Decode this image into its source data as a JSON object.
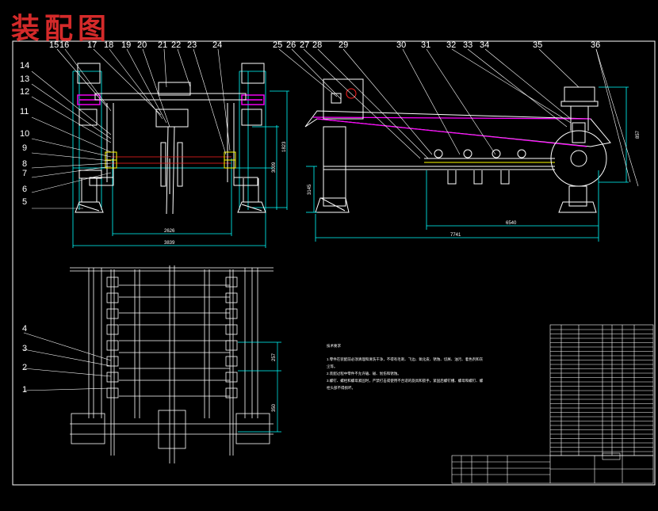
{
  "title": "装配图",
  "callouts_left": [
    "14",
    "13",
    "12",
    "11",
    "10",
    "9",
    "8",
    "7",
    "6",
    "5"
  ],
  "callouts_top_front": [
    "15",
    "16",
    "17",
    "18",
    "19",
    "20",
    "21",
    "22",
    "23",
    "24"
  ],
  "callouts_top_side": [
    "25",
    "26",
    "27",
    "28",
    "29",
    "30",
    "31",
    "32",
    "33",
    "34",
    "35",
    "36"
  ],
  "callouts_plan": [
    "4",
    "3",
    "2",
    "1"
  ],
  "dims": {
    "front_inner": "2626",
    "front_outer": "3839",
    "front_height": "1823",
    "front_height2": "3009",
    "side_left": "3145",
    "side_inner": "6540",
    "side_outer": "7741",
    "side_right": "857",
    "plan_a": "257",
    "plan_b": "350"
  },
  "tech_notes": {
    "heading": "技术要求",
    "lines": [
      "1.零件在装配前必须清理和清洗干净，不得有毛刺、飞边、氧化皮、锈蚀、切屑、油污、着色剂和灰",
      "尘等。",
      "2.装配过程中零件不允许磕、碰、划伤和锈蚀。",
      "3.螺钉、螺栓和螺母紧固时，严禁打击或使用不合适的旋具和扳手。紧固后螺钉槽、螺母和螺钉、螺",
      "栓头部不得损坏。"
    ]
  },
  "colors": {
    "background": "#000000",
    "line": "#ffffff",
    "cyan": "#00ffff",
    "magenta": "#ff00ff",
    "yellow": "#ffff00",
    "red": "#ff2020",
    "title_red": "#d42a2a"
  }
}
